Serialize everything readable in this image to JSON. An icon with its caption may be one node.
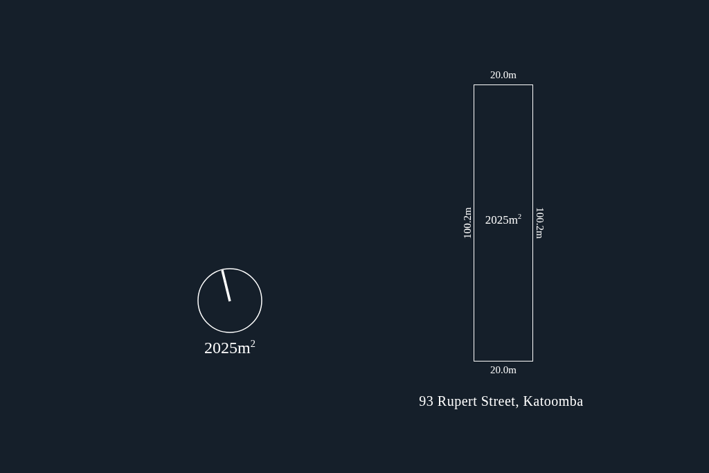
{
  "diagram": {
    "nodes": [
      {
        "text": [
          "2025m$^{2}$"
        ]
      }
    ],
    "labels": [
      "20.0m",
      "100.2m",
      "100.2m",
      "2025m$^{2}$",
      "20.0m",
      "93 Rupert Street, Katoomba"
    ]
  }
}
